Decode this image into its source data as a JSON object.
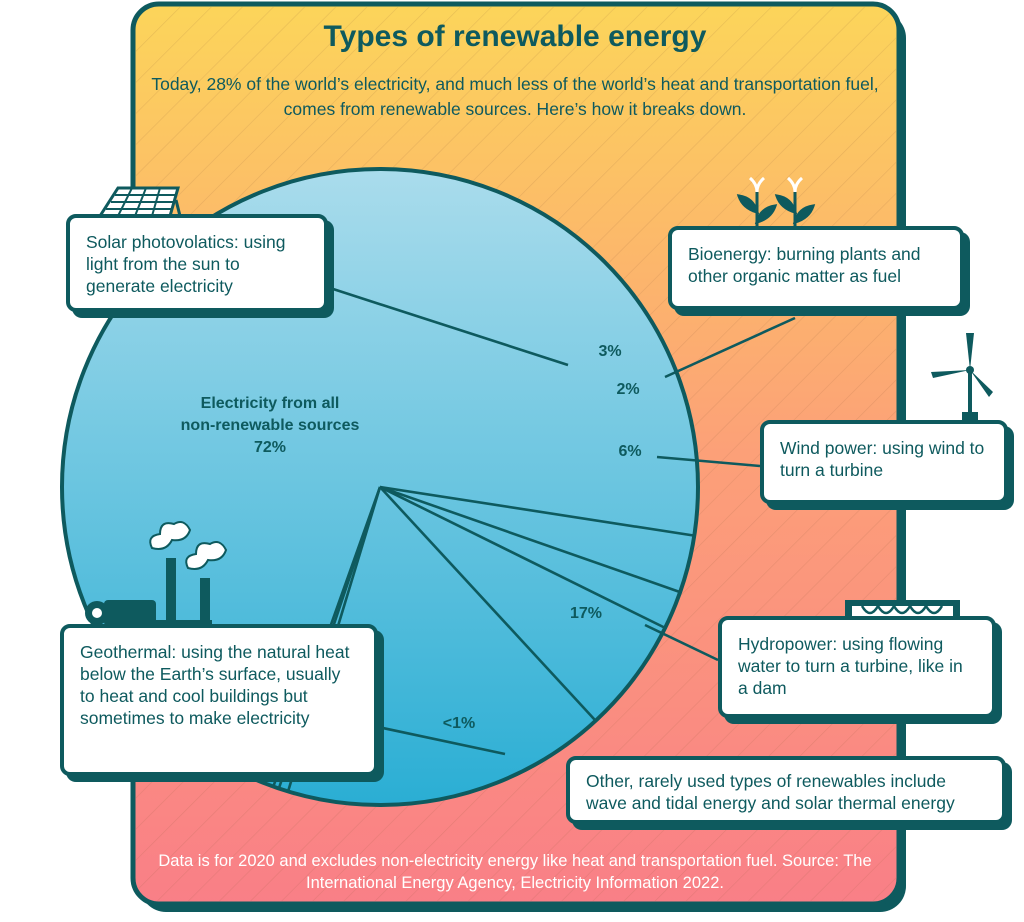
{
  "title": "Types of renewable energy",
  "subtitle": "Today, 28% of the world’s electricity, and much less of the world’s heat and transportation fuel, comes from renewable sources. Here’s how it breaks down.",
  "footnote": "Data is for 2020 and excludes non-electricity energy like heat and transportation fuel. Source: The International Energy Agency, Electricity Information 2022.",
  "colors": {
    "outline": "#0e5a5e",
    "bg_top": "#fcd55a",
    "bg_bottom": "#f97f87",
    "pie_top": "#aadcec",
    "pie_bottom": "#2aaed4"
  },
  "chart_data": {
    "type": "pie",
    "slices": [
      {
        "name": "Electricity from all non-renewable sources",
        "value": 72,
        "label": "72%"
      },
      {
        "name": "Solar photovoltaics",
        "value": 3,
        "label": "3%"
      },
      {
        "name": "Bioenergy",
        "value": 2,
        "label": "2%"
      },
      {
        "name": "Wind power",
        "value": 6,
        "label": "6%"
      },
      {
        "name": "Hydropower",
        "value": 17,
        "label": "17%"
      },
      {
        "name": "Geothermal",
        "value": 0.5,
        "label": "<1%"
      },
      {
        "name": "Other",
        "value": 0.3,
        "label": ""
      }
    ]
  },
  "nonrenewable_label": {
    "line1": "Electricity from all",
    "line2": "non-renewable sources",
    "percent": "72%"
  },
  "cards": {
    "solar": "Solar photovolatics: using light from the sun to generate electricity",
    "bioenergy": "Bioenergy: burning plants and other organic matter as fuel",
    "wind": "Wind power: using wind to turn a turbine",
    "hydro": "Hydropower: using flowing water to turn a turbine, like in a dam",
    "geothermal": "Geothermal: using the natural heat below the Earth’s surface, usually to heat and cool buildings but sometimes to make electricity",
    "other": "Other, rarely used types of renewables include wave and tidal energy and solar thermal energy"
  },
  "icons": [
    "solar-panel-icon",
    "plant-sprouts-icon",
    "wind-turbine-icon",
    "dam-icon",
    "geothermal-plant-icon"
  ]
}
